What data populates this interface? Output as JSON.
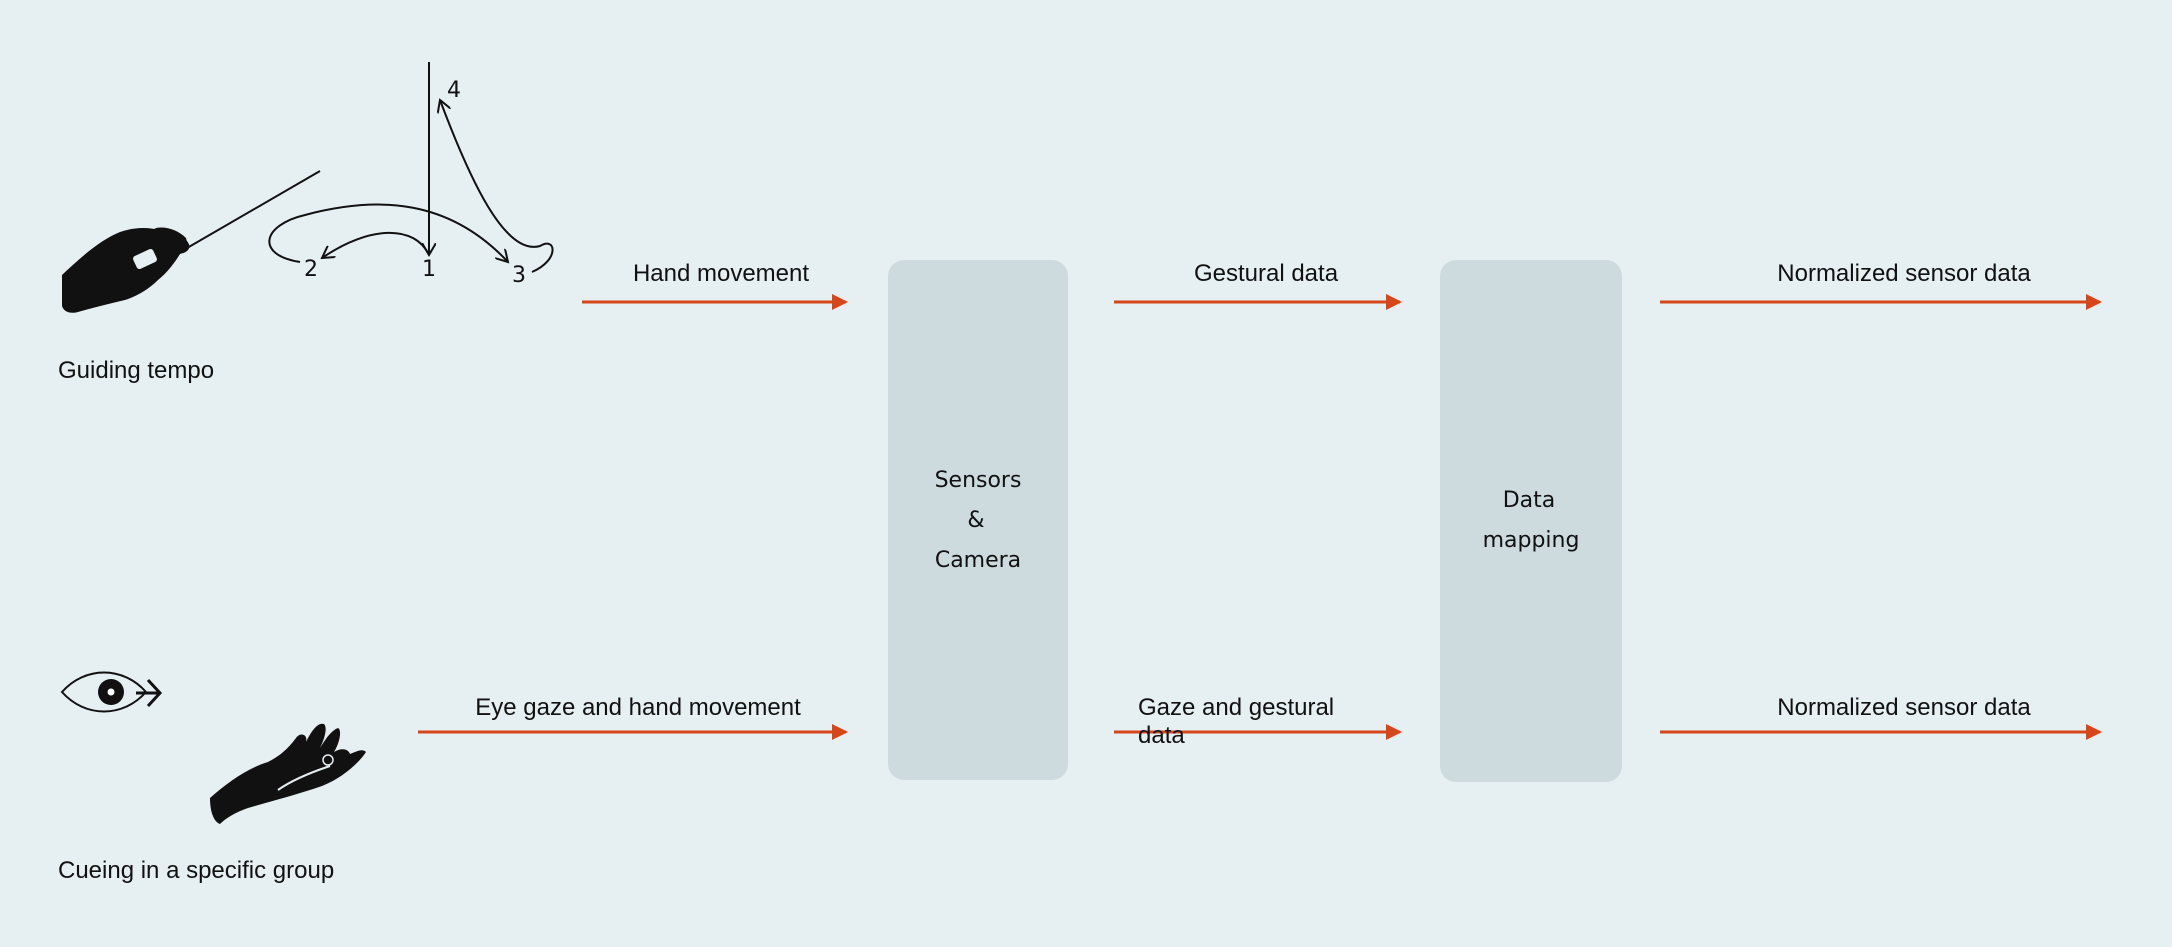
{
  "colors": {
    "background": "#e6eff2",
    "node_fill": "#cddbdf",
    "arrow": "#d5471a",
    "ink": "#111111"
  },
  "icons": [
    "baton-hand-icon",
    "beat-pattern-icon",
    "eye-icon",
    "arrow-right-icon",
    "open-hand-icon"
  ],
  "gestures": {
    "tempo": {
      "caption": "Guiding tempo",
      "beats": [
        "1",
        "2",
        "3",
        "4"
      ]
    },
    "cueing": {
      "caption": "Cueing in a specific group"
    }
  },
  "nodes": {
    "sensors": {
      "lines": [
        "Sensors",
        "&",
        "Camera"
      ]
    },
    "mapping": {
      "lines": [
        "Data",
        "mapping"
      ]
    }
  },
  "edges": {
    "row1": {
      "input": "Hand movement",
      "middle": "Gestural data",
      "output": "Normalized sensor data"
    },
    "row2": {
      "input": "Eye gaze and hand movement",
      "middle_line1": "Gaze and gestural",
      "middle_line2": "data",
      "output": "Normalized sensor data"
    }
  }
}
